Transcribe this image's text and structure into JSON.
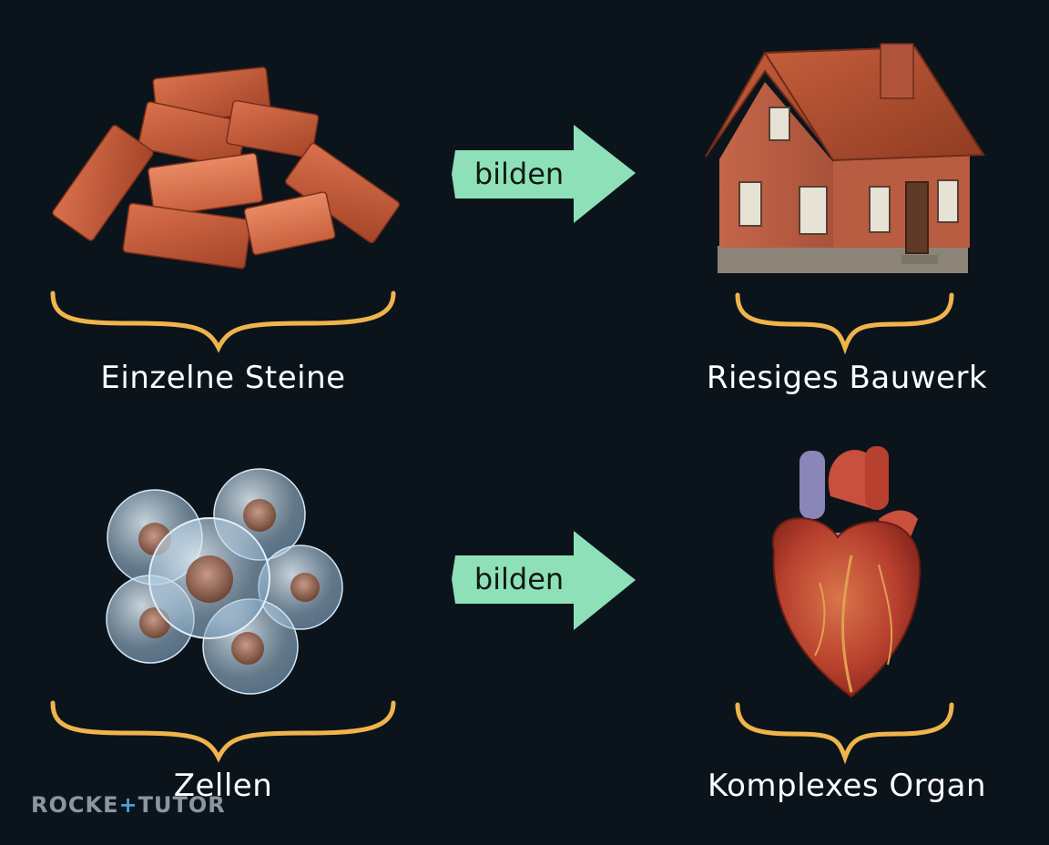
{
  "arrows": [
    {
      "label": "bilden"
    },
    {
      "label": "bilden"
    }
  ],
  "captions": {
    "bricks": "Einzelne Steine",
    "house": "Riesiges Bauwerk",
    "cells": "Zellen",
    "heart": "Komplexes Organ"
  },
  "logo": {
    "part1": "ROCKE",
    "plus": "+",
    "part2": "TUTOR"
  },
  "colors": {
    "background": "#0c141b",
    "arrow": "#8ee0b8",
    "brace": "#f0b44c",
    "brick": "#c45a3a",
    "roof": "#a84a2e",
    "cell": "#b8d8ee",
    "heart": "#b8402e"
  }
}
